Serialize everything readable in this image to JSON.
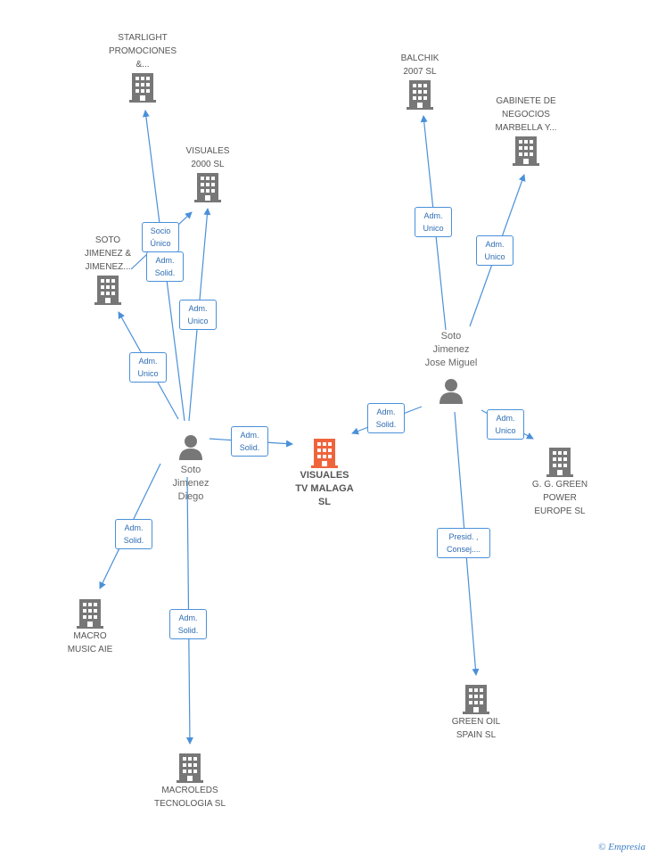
{
  "colors": {
    "edge": "#4a90d9",
    "building": "#777777",
    "center_building": "#f0643c",
    "person": "#777777"
  },
  "nodes": {
    "starlight": {
      "label": [
        "STARLIGHT",
        "PROMOCIONES",
        "&..."
      ],
      "icon": "building-icon"
    },
    "visuales2000": {
      "label": [
        "VISUALES",
        "2000 SL"
      ],
      "icon": "building-icon"
    },
    "sotojimenez": {
      "label": [
        "SOTO",
        "JIMENEZ &",
        "JIMENEZ..."
      ],
      "icon": "building-icon"
    },
    "balchik": {
      "label": [
        "BALCHIK",
        "2007 SL"
      ],
      "icon": "building-icon"
    },
    "gabinete": {
      "label": [
        "GABINETE DE",
        "NEGOCIOS",
        "MARBELLA Y..."
      ],
      "icon": "building-icon"
    },
    "josemiguel": {
      "label": [
        "Soto",
        "Jimenez",
        "Jose Miguel"
      ],
      "icon": "person-icon"
    },
    "diego": {
      "label": [
        "Soto",
        "Jimenez",
        "Diego"
      ],
      "icon": "person-icon"
    },
    "center": {
      "label": [
        "VISUALES",
        "TV MALAGA",
        "SL"
      ],
      "icon": "building-icon"
    },
    "ggreen": {
      "label": [
        "G. G. GREEN",
        "POWER",
        "EUROPE SL"
      ],
      "icon": "building-icon"
    },
    "macromusic": {
      "label": [
        "MACRO",
        "MUSIC AIE"
      ],
      "icon": "building-icon"
    },
    "greenoil": {
      "label": [
        "GREEN OIL",
        "SPAIN SL"
      ],
      "icon": "building-icon"
    },
    "macroleds": {
      "label": [
        "MACROLEDS",
        "TECNOLOGIA  SL"
      ],
      "icon": "building-icon"
    }
  },
  "badges": {
    "socio_unico": [
      "Socio",
      "Único"
    ],
    "adm_solid_starlight": [
      "Adm.",
      "Solid."
    ],
    "adm_unico_visuales2000": [
      "Adm.",
      "Unico"
    ],
    "adm_unico_soto": [
      "Adm.",
      "Unico"
    ],
    "adm_solid_center_diego": [
      "Adm.",
      "Solid."
    ],
    "adm_unico_balchik": [
      "Adm.",
      "Unico"
    ],
    "adm_unico_gabinete": [
      "Adm.",
      "Unico"
    ],
    "adm_solid_center_jm": [
      "Adm.",
      "Solid."
    ],
    "adm_unico_ggreen": [
      "Adm.",
      "Unico"
    ],
    "adm_solid_macromusic": [
      "Adm.",
      "Solid."
    ],
    "presid_greenoil": [
      "Presid. ,",
      "Consej...."
    ],
    "adm_solid_macroleds": [
      "Adm.",
      "Solid."
    ]
  },
  "brand": {
    "symbol": "©",
    "name": "Empresia"
  }
}
